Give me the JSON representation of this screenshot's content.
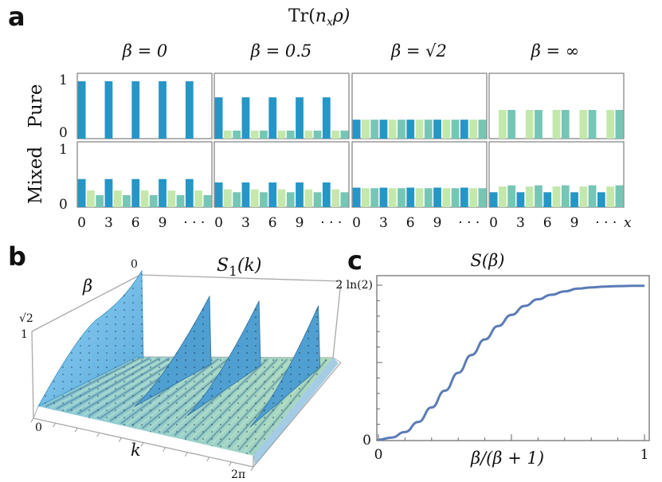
{
  "panel_labels": {
    "a": "a",
    "b": "b",
    "c": "c"
  },
  "colors": {
    "dark": "#2596c6",
    "light": "#c4e8ac",
    "mid": "#76c6b5",
    "curve": "#5b7bb6",
    "surface": "#7cc6ee"
  },
  "chart_data": [
    {
      "type": "bar",
      "panel": "a",
      "title": "Tr(",
      "title_sub_var": "n",
      "title_sub": "x",
      "title_rest": "ρ)",
      "column_labels": [
        "β = 0",
        "β = 0.5",
        "β = √2",
        "β = ∞"
      ],
      "row_labels": [
        "Pure",
        "Mixed"
      ],
      "y_ticks": [
        "1",
        "0"
      ],
      "ylim": [
        0,
        1
      ],
      "x_tick_labels": [
        "0",
        "3",
        "6",
        "9",
        "· · ·"
      ],
      "xlabel": "x",
      "pattern": [
        "dark",
        "light",
        "mid"
      ],
      "grid": [
        [
          {
            "values": [
              1.0,
              0.0,
              0.0,
              1.0,
              0.0,
              0.0,
              1.0,
              0.0,
              0.0,
              1.0,
              0.0,
              0.0,
              1.0,
              0.0,
              0.0
            ]
          },
          {
            "values": [
              0.72,
              0.14,
              0.14,
              0.72,
              0.14,
              0.14,
              0.72,
              0.14,
              0.14,
              0.72,
              0.14,
              0.14,
              0.72,
              0.14,
              0.14
            ]
          },
          {
            "values": [
              0.33,
              0.33,
              0.33,
              0.33,
              0.33,
              0.33,
              0.33,
              0.33,
              0.33,
              0.33,
              0.33,
              0.33,
              0.33,
              0.33,
              0.33
            ]
          },
          {
            "values": [
              0.0,
              0.5,
              0.5,
              0.0,
              0.5,
              0.5,
              0.0,
              0.5,
              0.5,
              0.0,
              0.5,
              0.5,
              0.0,
              0.5,
              0.5
            ]
          }
        ],
        [
          {
            "values": [
              0.49,
              0.29,
              0.21,
              0.49,
              0.29,
              0.21,
              0.49,
              0.29,
              0.21,
              0.49,
              0.29,
              0.21,
              0.49,
              0.29,
              0.21
            ]
          },
          {
            "values": [
              0.43,
              0.31,
              0.26,
              0.43,
              0.31,
              0.26,
              0.43,
              0.31,
              0.26,
              0.43,
              0.31,
              0.26,
              0.43,
              0.31,
              0.26
            ]
          },
          {
            "values": [
              0.34,
              0.33,
              0.33,
              0.34,
              0.33,
              0.33,
              0.34,
              0.33,
              0.33,
              0.34,
              0.33,
              0.33,
              0.34,
              0.33,
              0.33
            ]
          },
          {
            "values": [
              0.26,
              0.36,
              0.38,
              0.26,
              0.36,
              0.38,
              0.26,
              0.36,
              0.38,
              0.26,
              0.36,
              0.38,
              0.26,
              0.36,
              0.38
            ]
          }
        ]
      ]
    },
    {
      "type": "surface",
      "panel": "b",
      "title_fn": "S",
      "title_sub": "1",
      "title_arg": "(k)",
      "axis_k": "k",
      "axis_beta": "β",
      "beta_ticks": [
        "0",
        "√2",
        "1"
      ],
      "k_ticks": [
        "0",
        "2π"
      ],
      "peaks_k": [
        0.08,
        0.37,
        0.62,
        0.92
      ]
    },
    {
      "type": "line",
      "panel": "c",
      "title": "S(β)",
      "xlabel": "β/(β + 1)",
      "x_ticks": [
        "0",
        "1"
      ],
      "y_ticks": [
        "0",
        "2 ln(2)"
      ],
      "xlim": [
        0,
        1
      ],
      "ylim": [
        0,
        1.386
      ],
      "x": [
        0.0,
        0.05,
        0.1,
        0.15,
        0.2,
        0.25,
        0.3,
        0.35,
        0.4,
        0.45,
        0.5,
        0.55,
        0.6,
        0.65,
        0.7,
        0.75,
        0.8,
        0.85,
        0.9,
        0.95,
        1.0
      ],
      "y": [
        0.0,
        0.02,
        0.07,
        0.16,
        0.29,
        0.44,
        0.6,
        0.76,
        0.9,
        1.02,
        1.12,
        1.2,
        1.26,
        1.3,
        1.33,
        1.355,
        1.367,
        1.374,
        1.378,
        1.38,
        1.38
      ]
    }
  ]
}
